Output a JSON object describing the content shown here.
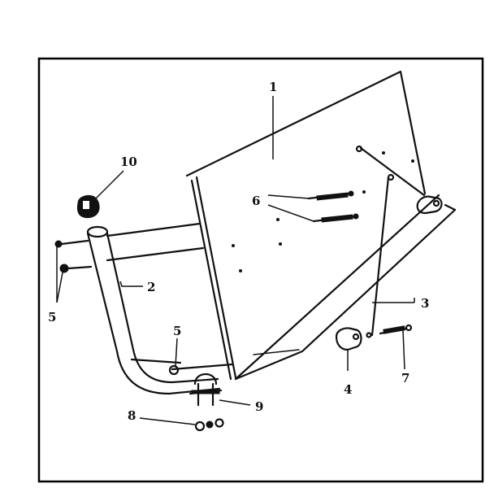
{
  "diagram": {
    "callouts": [
      {
        "id": "c1",
        "text": "1"
      },
      {
        "id": "c2",
        "text": "2"
      },
      {
        "id": "c3",
        "text": "3"
      },
      {
        "id": "c4",
        "text": "4"
      },
      {
        "id": "c5a",
        "text": "5"
      },
      {
        "id": "c5b",
        "text": "5"
      },
      {
        "id": "c6",
        "text": "6"
      },
      {
        "id": "c7",
        "text": "7"
      },
      {
        "id": "c8",
        "text": "8"
      },
      {
        "id": "c9",
        "text": "9"
      },
      {
        "id": "c10",
        "text": "10"
      }
    ],
    "colors": {
      "line": "#111111",
      "background": "#ffffff"
    }
  }
}
